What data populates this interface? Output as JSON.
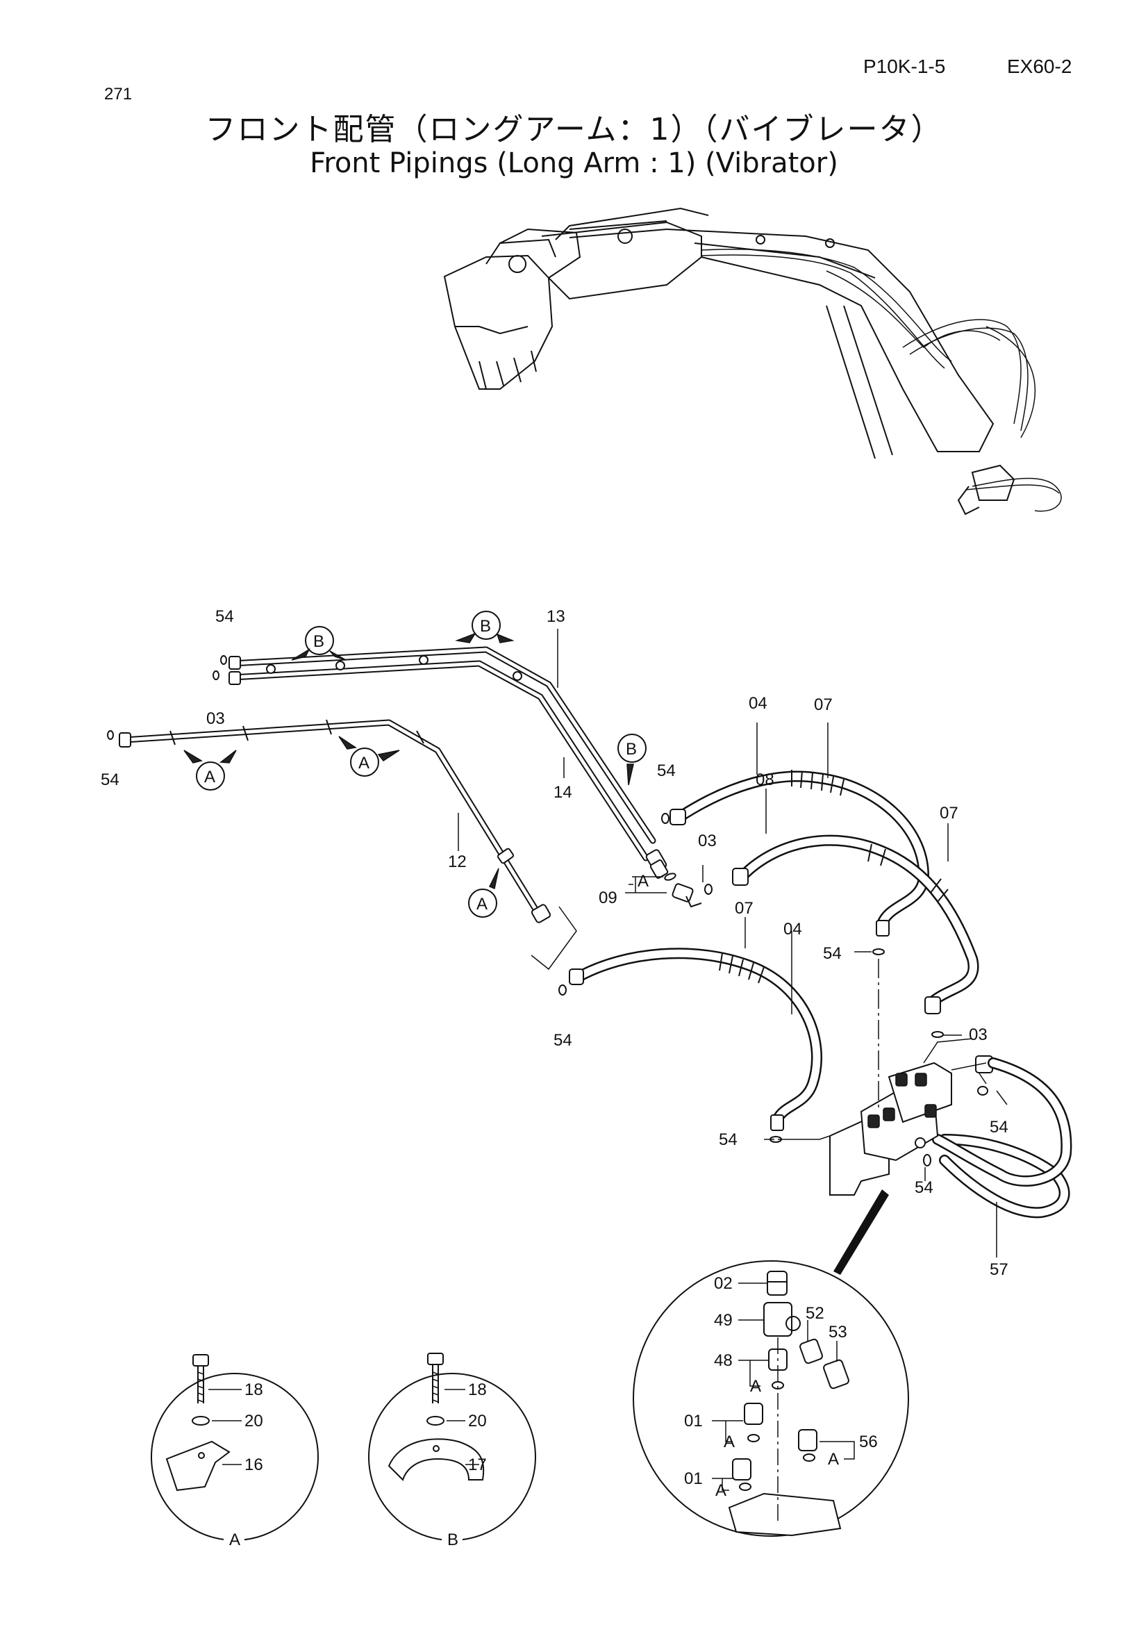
{
  "header": {
    "page_number": "271",
    "ref_code": "P10K-1-5",
    "model": "EX60-2",
    "title_jp": "フロント配管（ロングアーム：1）（バイブレータ）",
    "title_en": "Front Pipings (Long Arm : 1) (Vibrator)"
  },
  "callouts": {
    "p54_a": "54",
    "p54_b": "54",
    "p54_c": "54",
    "p54_d": "54",
    "p54_e": "54",
    "p54_f": "54",
    "p54_g": "54",
    "p54_h": "54",
    "p03_a": "03",
    "p03_b": "03",
    "p03_c": "03",
    "p13": "13",
    "p14": "14",
    "p12": "12",
    "p04_a": "04",
    "p04_b": "04",
    "p07_a": "07",
    "p07_b": "07",
    "p07_c": "07",
    "p08": "08",
    "p09": "09",
    "p57": "57",
    "p02": "02",
    "p49": "49",
    "p52": "52",
    "p53": "53",
    "p48": "48",
    "p01_a": "01",
    "p01_b": "01",
    "p56": "56",
    "p18_a": "18",
    "p20_a": "20",
    "p16": "16",
    "p18_b": "18",
    "p20_b": "20",
    "p17": "17"
  },
  "clamp_letters": {
    "a1": "A",
    "a2": "A",
    "a3": "A",
    "b1": "B",
    "b2": "B",
    "b3": "B",
    "ref_a_09": "A",
    "ref_a_48": "A",
    "ref_a_01a": "A",
    "ref_a_01b": "A",
    "ref_a_56": "A"
  },
  "detail_views": {
    "view_a": "A",
    "view_b": "B"
  }
}
